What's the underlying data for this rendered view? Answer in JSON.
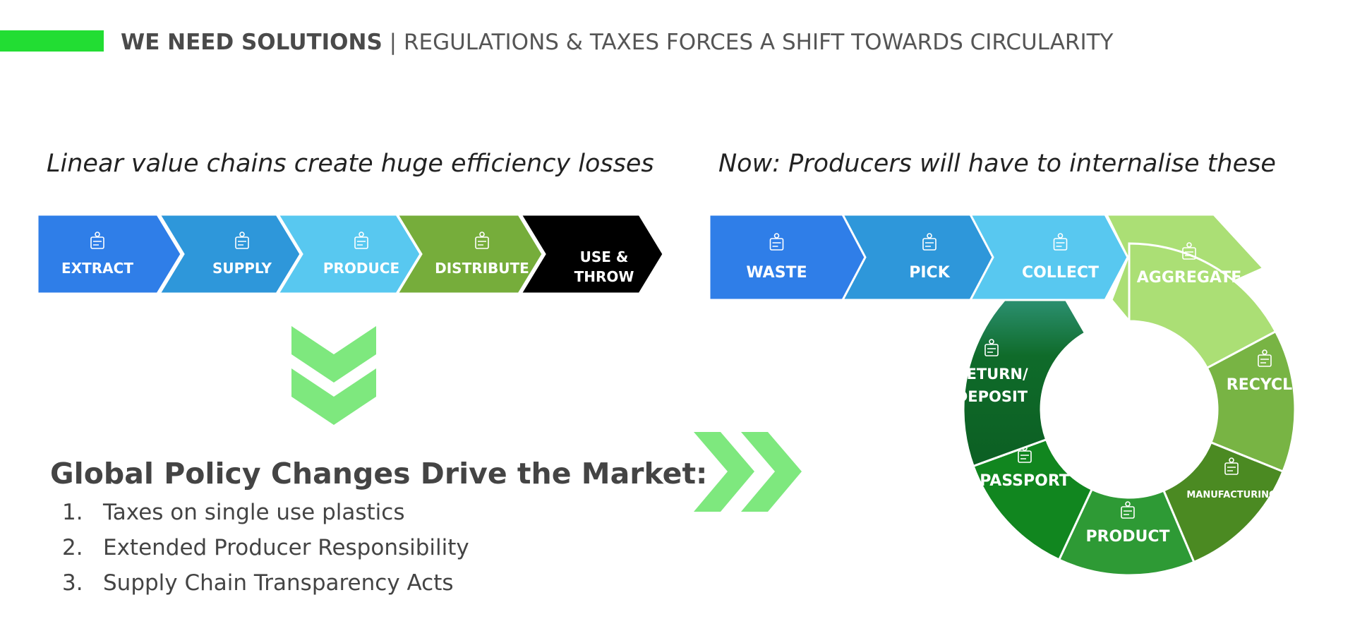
{
  "header": {
    "bold": "WE NEED SOLUTIONS",
    "separator": "|",
    "rest": "REGULATIONS & TAXES FORCES A SHIFT TOWARDS CIRCULARITY",
    "accent": "#22dd33"
  },
  "left": {
    "subtitle": "Linear value chains create huge efficiency losses",
    "chain": [
      {
        "label": "EXTRACT",
        "icon": "factory-icon",
        "color": "#2f7ee8"
      },
      {
        "label": "SUPPLY",
        "icon": "warehouse-icon",
        "color": "#2e97da"
      },
      {
        "label": "PRODUCE",
        "icon": "document-location-icon",
        "color": "#58c8f0"
      },
      {
        "label": "DISTRIBUTE",
        "icon": "person-trash-icon",
        "color": "#76ad3b"
      },
      {
        "label": "USE &",
        "label2": "THROW",
        "icon": "",
        "color": "#000000"
      }
    ],
    "down_arrow_color": "#7ee87e"
  },
  "policy": {
    "title": "Global Policy Changes Drive the Market:",
    "items": [
      {
        "n": "1.",
        "text": "Taxes on single use plastics"
      },
      {
        "n": "2.",
        "text": "Extended Producer Responsibility"
      },
      {
        "n": "3.",
        "text": "Supply Chain Transparency Acts"
      }
    ]
  },
  "right": {
    "subtitle": "Now: Producers will have to internalise these",
    "chain": [
      {
        "label": "WASTE",
        "icon": "waste-pile-icon",
        "color": "#2f7ee8"
      },
      {
        "label": "PICK",
        "icon": "person-picking-icon",
        "color": "#2e97da"
      },
      {
        "label": "COLLECT",
        "icon": "warehouse-icon",
        "color": "#58c8f0"
      }
    ],
    "ring": [
      {
        "label": "AGGREGATE",
        "icon": "factory-icon",
        "color": "#abdf75"
      },
      {
        "label": "RECYCLE",
        "icon": "recycle-icon",
        "color": "#78b444"
      },
      {
        "label": "MANUFACTURING",
        "icon": "assembly-icon",
        "color": "#4b8a22"
      },
      {
        "label": "PRODUCT",
        "icon": "shopping-bag-icon",
        "color": "#2e9a35"
      },
      {
        "label": "PASSPORT",
        "icon": "document-location-icon",
        "color": "#11861f"
      },
      {
        "label": "RETURN/",
        "label2": "DEPOSIT",
        "icon": "return-box-icon",
        "color": "#0c5f23",
        "color2": "#3da69b"
      }
    ]
  }
}
